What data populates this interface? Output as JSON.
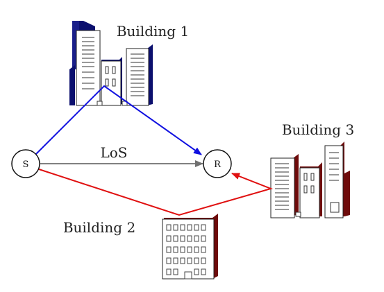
{
  "diagram": {
    "nodes": {
      "source": {
        "label": "S"
      },
      "receiver": {
        "label": "R"
      }
    },
    "los_label": "LoS",
    "buildings": [
      {
        "label": "Building 1",
        "accent": "#0b0f6e"
      },
      {
        "label": "Building 2",
        "accent": "#6e0b0b"
      },
      {
        "label": "Building 3",
        "accent": "#6e0b0b"
      }
    ],
    "paths": {
      "los": {
        "color": "#808080"
      },
      "reflection_building_1": {
        "color": "#1010e0"
      },
      "reflection_buildings_2_3": {
        "color": "#e01010"
      }
    }
  }
}
